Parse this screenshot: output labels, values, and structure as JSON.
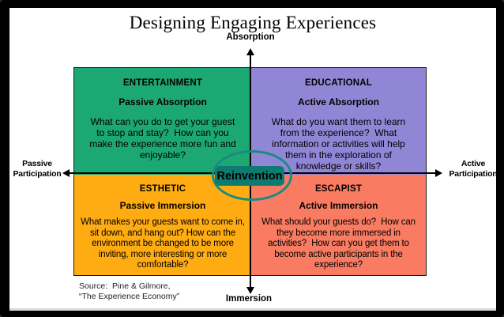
{
  "page": {
    "title": "Designing Engaging Experiences"
  },
  "axes": {
    "top": "Absorption",
    "bottom": "Immersion",
    "left": "Passive\nParticipation",
    "right": "Active\nParticipation"
  },
  "quadrants": [
    {
      "id": "entertainment",
      "title": "ENTERTAINMENT",
      "subtitle": "Passive Absorption",
      "body": "What can you do to get your guest\nto stop and stay?  How can you\nmake the experience more fun and\nenjoyable?",
      "color": "#1CA873"
    },
    {
      "id": "educational",
      "title": "EDUCATIONAL",
      "subtitle": "Active Absorption",
      "body": "What do you want them to learn\nfrom the experience?  What\ninformation or activities will help\nthem in the exploration of\nknowledge or skills?",
      "color": "#9186D6"
    },
    {
      "id": "esthetic",
      "title": "ESTHETIC",
      "subtitle": "Passive Immersion",
      "body": "What makes your guests want to come in,\nsit down, and hang out? How can the\nenvironment be changed to be more\ninviting, more interesting or more\ncomfortable?",
      "color": "#FFAC12"
    },
    {
      "id": "escapist",
      "title": "ESCAPIST",
      "subtitle": "Active Immersion",
      "body": "What should your guests do?  How can\nthey become more immersed in\nactivities?  How can you get them to\nbecome active participants in the\nexperience?",
      "color": "#F97C62"
    }
  ],
  "center": {
    "label": "Reinvention",
    "box_color": "#0E7B71",
    "ellipse_color": "#1B8A82"
  },
  "source": "Source:  Pine & Gilmore,\n“The Experience Economy”",
  "colors": {
    "axis": "#000000",
    "frame": "#000000",
    "background": "#FFFFFF"
  }
}
